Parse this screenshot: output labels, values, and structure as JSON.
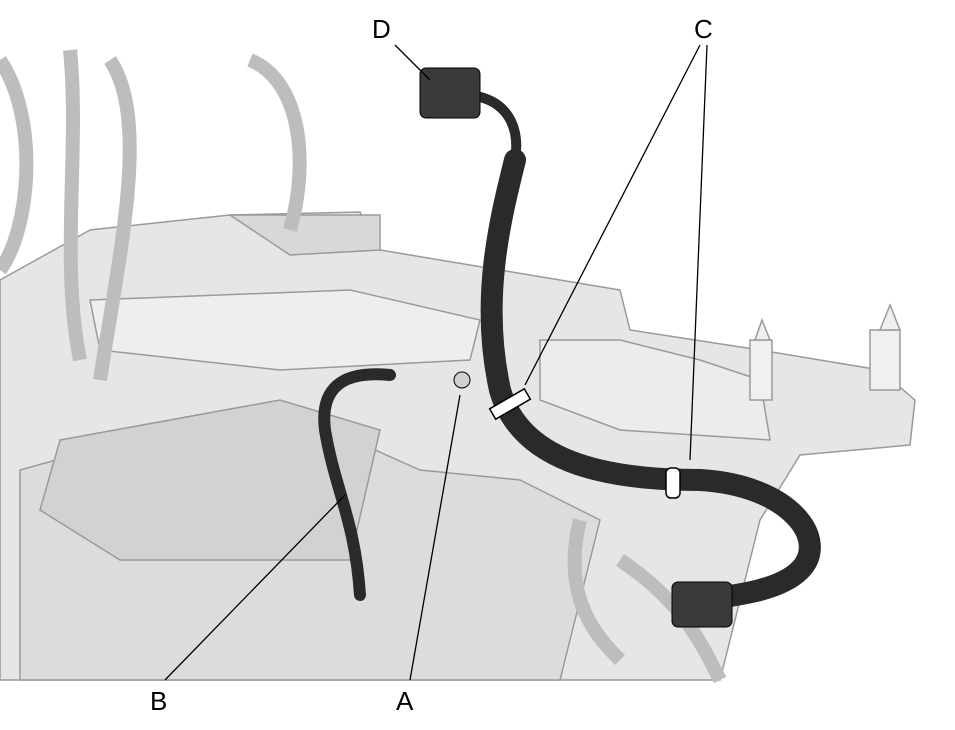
{
  "callouts": {
    "a": "A",
    "b": "B",
    "c": "C",
    "d": "D"
  },
  "colors": {
    "metal": "#e4e4e4",
    "metal_edge": "#9a9a9a",
    "cable": "#2a2a2a",
    "leader": "#000000"
  }
}
